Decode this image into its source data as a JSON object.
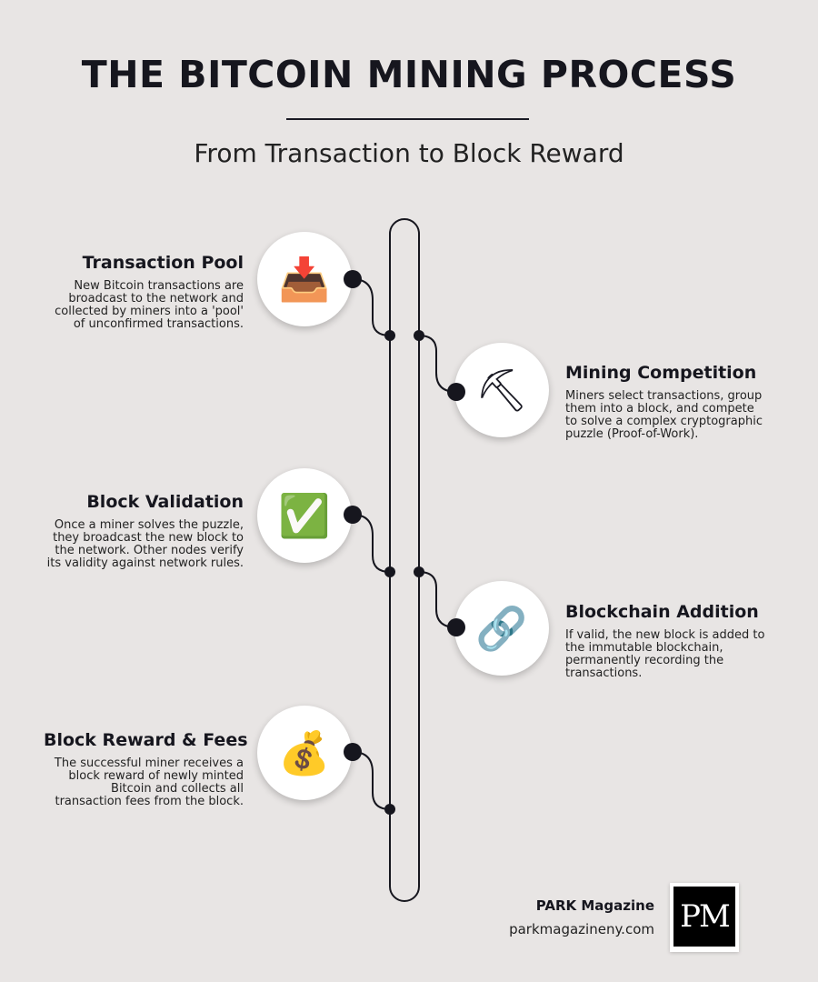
{
  "header": {
    "title": "THE BITCOIN MINING PROCESS",
    "subtitle": "From Transaction to Block Reward"
  },
  "steps": [
    {
      "title": "Transaction Pool",
      "description": "New Bitcoin transactions are broadcast to the network and collected by miners into a 'pool' of unconfirmed transactions.",
      "icon": "inbox-tray-icon",
      "icon_glyph": "📥",
      "side": "left"
    },
    {
      "title": "Mining Competition",
      "description": "Miners select transactions, group them into a block, and compete to solve a complex cryptographic puzzle (Proof-of-Work).",
      "icon": "pickaxe-icon",
      "icon_glyph": "⛏",
      "side": "right"
    },
    {
      "title": "Block Validation",
      "description": "Once a miner solves the puzzle, they broadcast the new block to the network. Other nodes verify its validity against network rules.",
      "icon": "check-mark-icon",
      "icon_glyph": "✅",
      "side": "left"
    },
    {
      "title": "Blockchain Addition",
      "description": "If valid, the new block is added to the immutable blockchain, permanently recording the transactions.",
      "icon": "chain-link-icon",
      "icon_glyph": "🔗",
      "side": "right"
    },
    {
      "title": "Block Reward & Fees",
      "description": "The successful miner receives a block reward of newly minted Bitcoin and collects all transaction fees from the block.",
      "icon": "money-bag-icon",
      "icon_glyph": "💰",
      "side": "left"
    }
  ],
  "footer": {
    "brand_name": "PARK Magazine",
    "brand_url": "parkmagazineny.com",
    "logo_text": "PM"
  },
  "colors": {
    "background": "#e8e5e4",
    "ink": "#16161e",
    "circle": "#ffffff"
  }
}
